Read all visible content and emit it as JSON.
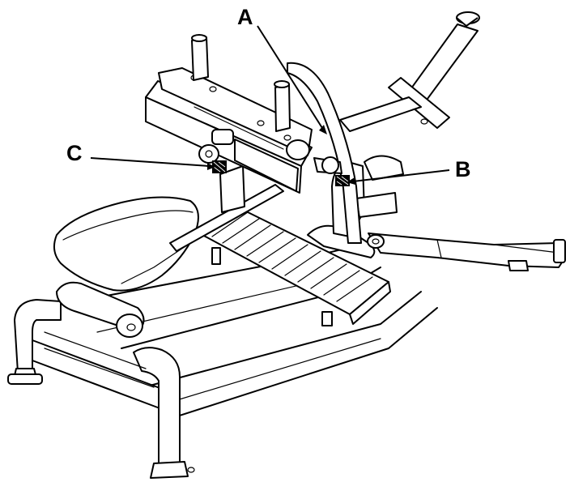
{
  "callouts": [
    {
      "id": "a",
      "label": "A"
    },
    {
      "id": "b",
      "label": "B"
    },
    {
      "id": "c",
      "label": "C"
    }
  ],
  "colors": {
    "line": "#000000",
    "background": "#ffffff"
  }
}
